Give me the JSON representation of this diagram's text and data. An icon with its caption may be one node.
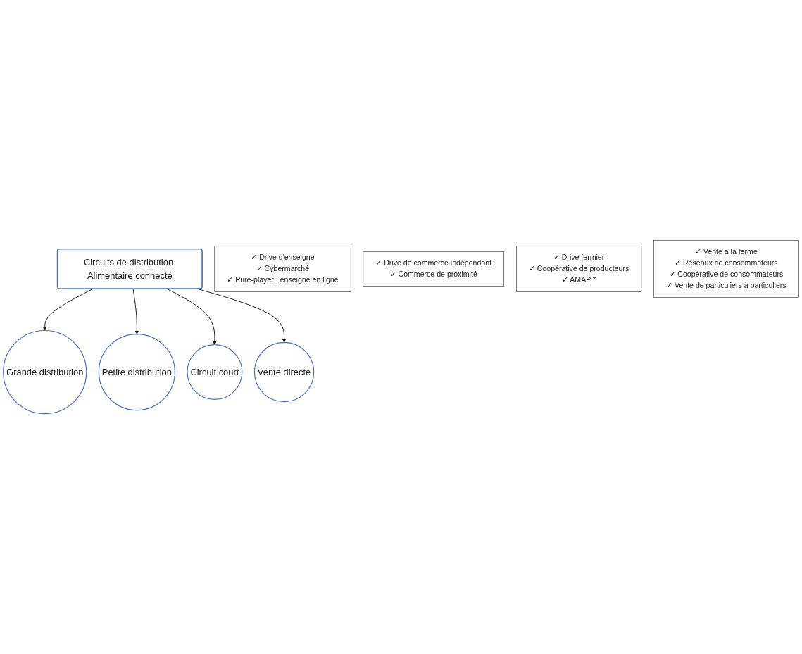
{
  "diagram": {
    "nodes": [
      {
        "text": [
          "Circuits de distribution Alimentaire connecté"
        ]
      },
      {
        "text": [
          "Grande distribution"
        ]
      },
      {
        "text": [
          "Petite distribution"
        ]
      },
      {
        "text": [
          "Circuit court"
        ]
      },
      {
        "text": [
          "Vente directe"
        ]
      },
      {
        "text": [
          "✓ Drive d'enseigne",
          "✓ Cybermarché",
          "✓ Pure-player : enseigne en ligne"
        ]
      },
      {
        "text": [
          "✓ Drive de commerce indépendant",
          "✓ Commerce de proximité"
        ]
      },
      {
        "text": [
          "✓ Drive fermier",
          "✓ Coopérative de producteurs",
          "✓ AMAP *"
        ]
      },
      {
        "text": [
          "✓ Vente à la ferme",
          "✓ Réseaux de consommateurs",
          "✓ Coopérative de consommateurs",
          "✓ Vente de particuliers à particuliers"
        ]
      }
    ],
    "edges": [
      {
        "from": 0,
        "to": 1,
        "arrow": "to"
      },
      {
        "from": 0,
        "to": 2,
        "arrow": "to"
      },
      {
        "from": 0,
        "to": 3,
        "arrow": "to"
      },
      {
        "from": 0,
        "to": 4,
        "arrow": "to"
      }
    ]
  }
}
